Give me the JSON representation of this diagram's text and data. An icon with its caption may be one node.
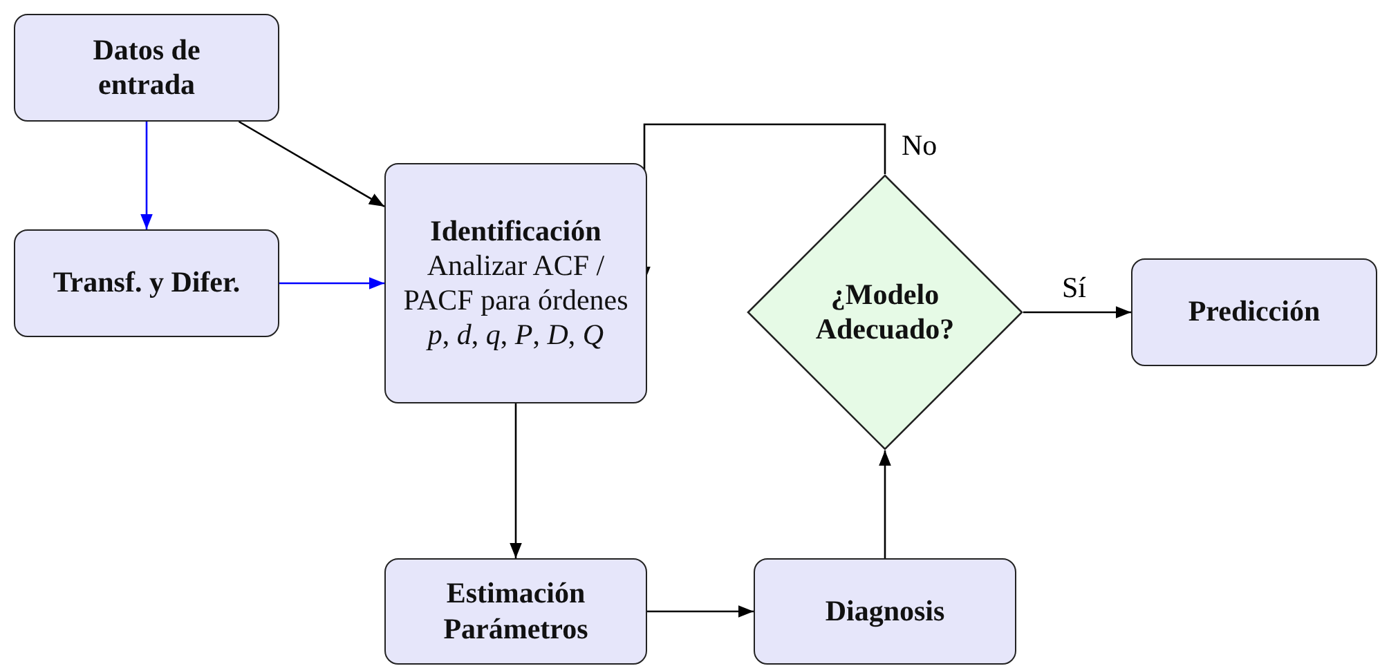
{
  "diagram": {
    "nodes": [
      {
        "text": [
          "Datos de entrada"
        ]
      },
      {
        "text": [
          "Transf. y Difer."
        ]
      },
      {
        "text": [
          "Identificación",
          "Analizar ACF / PACF para órdenes",
          "*p*, *d*, *q*, *P*, *D*, *Q*"
        ]
      },
      {
        "text": [
          "¿Modelo Adecuado?"
        ]
      },
      {
        "text": [
          "Predicción"
        ]
      },
      {
        "text": [
          "Estimación Parámetros"
        ]
      },
      {
        "text": [
          "Diagnosis"
        ]
      }
    ],
    "edges": [
      {
        "from": 0,
        "to": 1,
        "arrow": "to",
        "color": "#0000ff"
      },
      {
        "from": 0,
        "to": 2,
        "arrow": "to"
      },
      {
        "from": 1,
        "to": 2,
        "arrow": "to",
        "color": "#0000ff"
      },
      {
        "from": 2,
        "to": 5,
        "arrow": "to"
      },
      {
        "from": 5,
        "to": 6,
        "arrow": "to"
      },
      {
        "from": 6,
        "to": 3,
        "arrow": "to"
      },
      {
        "from": 3,
        "to": 2,
        "arrow": "to",
        "label": "No"
      },
      {
        "from": 3,
        "to": 4,
        "arrow": "to",
        "label": "Sí"
      }
    ]
  }
}
